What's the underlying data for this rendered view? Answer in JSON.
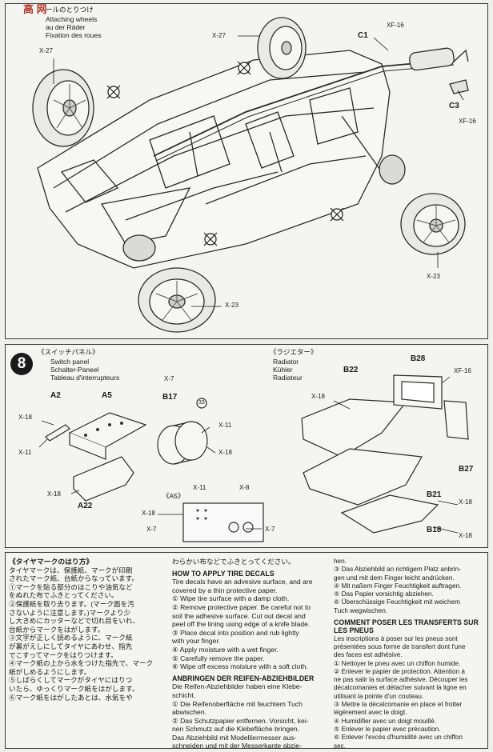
{
  "step7": {
    "title_jp": "ールのとりつけ",
    "title_en": "Attaching wheels",
    "title_de": "au der Räder",
    "title_fr": "Fixation des roues",
    "watermark": "高 网",
    "labels": {
      "x27_a": "X-27",
      "x27_b": "X-27",
      "c1": "C1",
      "xf16_a": "XF-16",
      "c3": "C3",
      "xf16_b": "XF-16",
      "x23_a": "X-23",
      "x23_b": "X-23"
    }
  },
  "step8": {
    "number": "8",
    "switch": {
      "jp": "《スイッチパネル》",
      "en": "Switch panel",
      "de": "Schalter-Paneel",
      "fr": "Tableau d'interrupteurs"
    },
    "radiator": {
      "jp": "《ラジエター》",
      "en": "Radiator",
      "de": "Kühler",
      "fr": "Radiateur"
    },
    "labels": {
      "a2": "A2",
      "a5": "A5",
      "x18_a": "X-18",
      "x11_a": "X-11",
      "x18_b": "X-18",
      "a22": "A22",
      "x7_a": "X-7",
      "b17": "B17",
      "num33": "33",
      "x11_b": "X-11",
      "x18_c": "X-18",
      "a5_inset": "《A5》",
      "x11_c": "X-11",
      "x8": "X-8",
      "x18_d": "X-18",
      "x7_b": "X-7",
      "x7_c": "X-7",
      "b22": "B22",
      "b28": "B28",
      "xf16": "XF-16",
      "x18_e": "X-18",
      "b27": "B27",
      "b21": "B21",
      "x18_f": "X-18",
      "b18": "B18",
      "x18_g": "X-18"
    }
  },
  "col1": {
    "heading": "《タイヤマークのはり方》",
    "lines": [
      "タイヤマークは、保護紙、マークが印刷",
      "されたマーク紙、台紙からなっています。",
      "①マークを貼る部分のほこりや油気など",
      "をぬれた布でふきとってください。",
      "②保護紙を取り去ります。(マーク面を汚",
      "さないように注意します。)マークより少",
      "し大きめにカッターなどで切れ目をいれ、",
      "台紙からマークをはがします。",
      "③文字が正しく読めるように、マーク紙",
      "が裏がえしにしてタイヤにあわせ、指先",
      "でこすってマークをはりつけます。",
      "④マーク紙の上から水をつけた指先で、マーク",
      "紙がしめるようにします。",
      "⑤しばらくしてマークがタイヤにはりつ",
      "いたら、ゆっくりマーク紙をはがします。",
      "⑥マーク紙をはがしたあとは、水気をや"
    ]
  },
  "col2": {
    "lead": "わらかい布などでふきとってください。",
    "heading_en": "HOW TO APPLY TIRE DECALS",
    "en_lines": [
      "Tire decals have an advesive surface, and are",
      "covered by a thin protective paper.",
      "① Wipe tire surface with a damp cloth.",
      "② Remove protective paper. Be careful not to",
      "soil the adhesive surface. Cut out decal and",
      "peel off the lining using edge of a knife blade.",
      "③ Place decal into position and rub lightly",
      "with your finger.",
      "④ Apply moisture with a wet finger.",
      "⑤ Carefully remove the paper.",
      "⑥ Wipe off excess moisture with a soft cloth."
    ],
    "heading_de": "ANBRINGEN DER REIFEN-ABZIEHBILDER",
    "de_lines": [
      "Die Reifen-Abziehbilder haben eine Klebe-",
      "schicht.",
      "① Die Reifenoberfläche mit feuchtem Tuch",
      "abwischen.",
      "② Das Schutzpapier entfernen. Vorsicht, kei-",
      "nen Schmutz auf die Klebefläche bringen.",
      "Das Abziehbild mit Modelliermesser aus-",
      "schneiden und mit der Messerkante abzie-"
    ]
  },
  "col3": {
    "de_lines": [
      "hen.",
      "③ Das Abziehbild an richtigem Platz anbrin-",
      "gen und mit dem Finger leicht andrücken.",
      "④ Mit naßem Finger Feuchtigkeit auftragen.",
      "⑤ Das Papier vorsichtig abziehen.",
      "⑥ Überschüssige Feuchtigkeit mit weichem",
      "Tuch wegwischen."
    ],
    "heading_fr": "COMMENT POSER LES TRANSFERTS SUR LES PNEUS",
    "fr_lines": [
      "Les inscriptions à poser sur les pneus sont",
      "présentées sous forme de transfert dont l'une",
      "des faces est adhésive.",
      "① Nettoyer le pneu avec un chiffon humide.",
      "② Enlever le papier de protection. Attention à",
      "ne pas salir la surface adhésive. Découper les",
      "décalcomanies et détacher suivant la ligne en",
      "utilisant la pointe d'un couteau.",
      "③ Mettre la décalcomanie en place et frotter",
      "légèrement avec le doigt.",
      "④ Humidifier avec un doigt mouillé.",
      "⑤ Enlever le papier avec précaution.",
      "⑥ Enlever l'excès d'humidité avec un chiffon",
      "sec."
    ]
  }
}
